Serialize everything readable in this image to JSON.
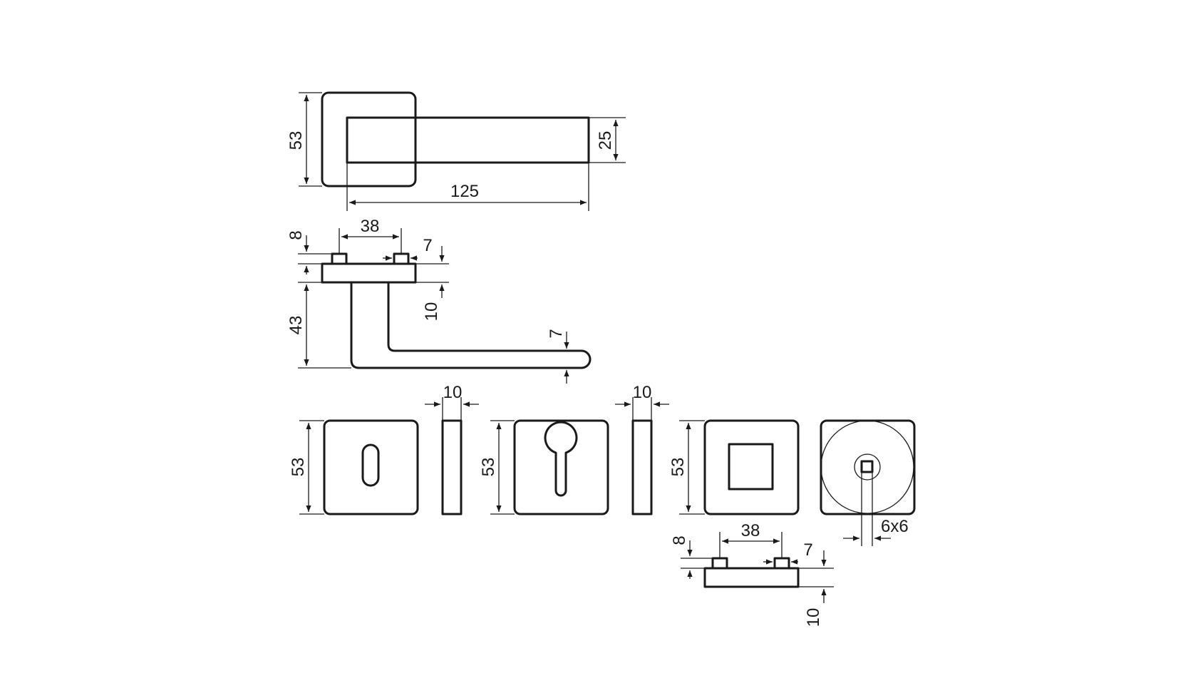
{
  "colors": {
    "ink": "#1a1a1a",
    "background": "#ffffff"
  },
  "handle_top": {
    "rose_height": "53",
    "lever_height": "25",
    "lever_length": "125"
  },
  "handle_side": {
    "pin_spacing": "38",
    "pin_height": "8",
    "pin_width": "7",
    "rose_thickness": "10",
    "lever_drop": "43",
    "lever_thickness": "7"
  },
  "escutcheons": {
    "key_rose_height": "53",
    "key_rose_thickness": "10",
    "cylinder_rose_height": "53",
    "cylinder_rose_thickness": "10",
    "bathroom_rose_height": "53",
    "turn_spindle": "6x6"
  },
  "rose_side_bottom": {
    "pin_spacing": "38",
    "pin_height": "8",
    "pin_width": "7",
    "rose_thickness": "10"
  }
}
